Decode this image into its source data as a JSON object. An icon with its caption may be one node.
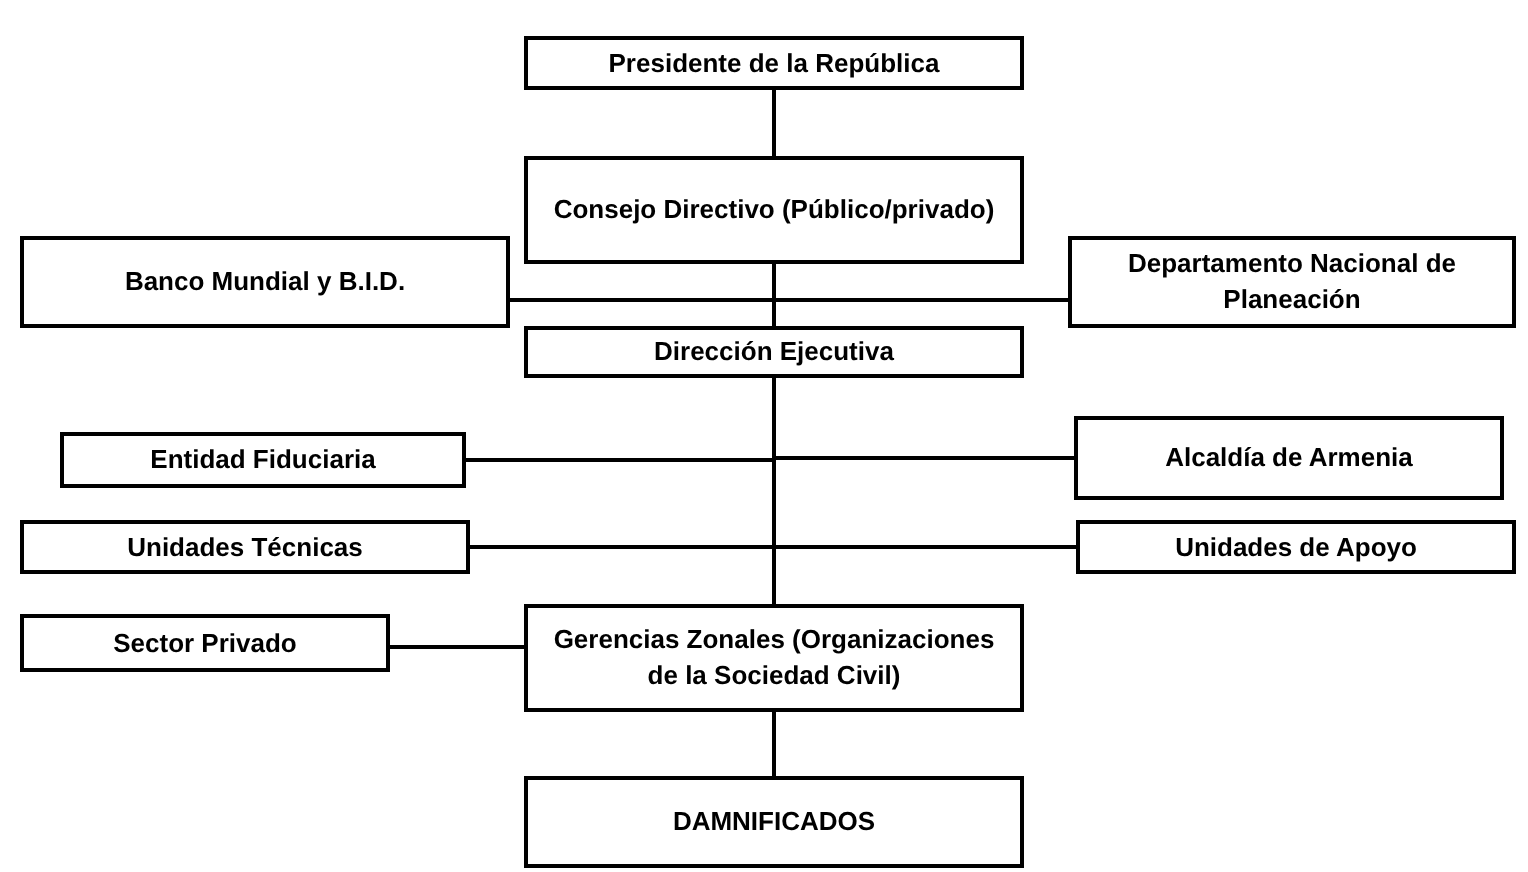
{
  "diagram": {
    "nodes": [
      {
        "text": [
          "Presidente de la República"
        ]
      },
      {
        "text": [
          "Consejo Directivo (Público/privado)"
        ]
      },
      {
        "text": [
          "Banco Mundial y B.I.D."
        ]
      },
      {
        "text": [
          "Departamento Nacional de Planeación"
        ]
      },
      {
        "text": [
          "Dirección Ejecutiva"
        ]
      },
      {
        "text": [
          "Alcaldía de Armenia"
        ]
      },
      {
        "text": [
          "Entidad Fiduciaria"
        ]
      },
      {
        "text": [
          "Unidades Técnicas"
        ]
      },
      {
        "text": [
          "Unidades de Apoyo"
        ]
      },
      {
        "text": [
          "Gerencias Zonales (Organizaciones de la Sociedad Civil)"
        ]
      },
      {
        "text": [
          "Sector Privado"
        ]
      },
      {
        "text": [
          "DAMNIFICADOS"
        ]
      }
    ],
    "edges": [
      {
        "from": 0,
        "to": 1,
        "arrow": "none"
      },
      {
        "from": 1,
        "to": 2,
        "arrow": "none"
      },
      {
        "from": 1,
        "to": 3,
        "arrow": "none"
      },
      {
        "from": 1,
        "to": 4,
        "arrow": "none"
      },
      {
        "from": 4,
        "to": 5,
        "arrow": "none"
      },
      {
        "from": 4,
        "to": 6,
        "arrow": "none"
      },
      {
        "from": 4,
        "to": 7,
        "arrow": "none"
      },
      {
        "from": 4,
        "to": 8,
        "arrow": "none"
      },
      {
        "from": 4,
        "to": 9,
        "arrow": "none"
      },
      {
        "from": 10,
        "to": 9,
        "arrow": "none"
      },
      {
        "from": 9,
        "to": 11,
        "arrow": "none"
      }
    ]
  }
}
